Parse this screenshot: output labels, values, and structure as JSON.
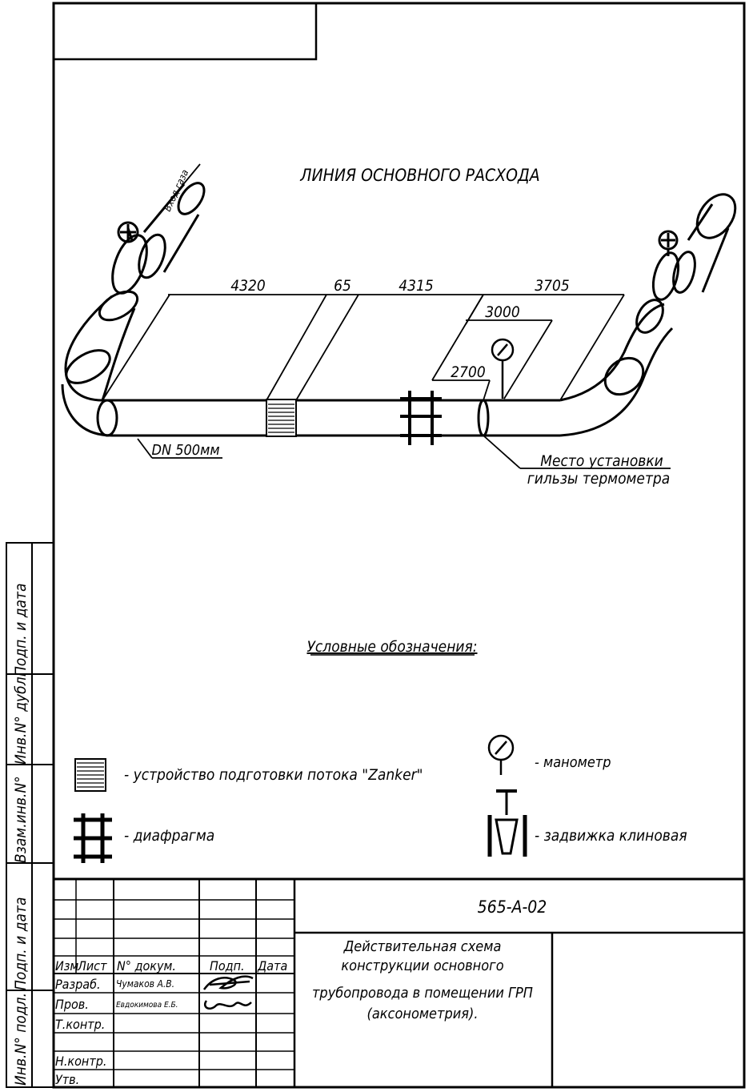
{
  "diagram": {
    "title": "ЛИНИЯ ОСНОВНОГО РАСХОДА",
    "gas_inlet_label": "Вход газа",
    "pipe_label": "DN 500мм",
    "thermo_label_line1": "Место установки",
    "thermo_label_line2": "гильзы термометра",
    "dims": {
      "d1": "4320",
      "d2": "65",
      "d3": "4315",
      "d4": "3705",
      "d5": "3000",
      "d6": "2700"
    }
  },
  "legend": {
    "title": "Условные обозначения:",
    "zanker": "- устройство подготовки потока \"Zanker\"",
    "diaphragm": "- диафрагма",
    "manometer": "- манометр",
    "valve": "- задвижка клиновая"
  },
  "sidebar": {
    "podp_data_1": "Подп. и дата",
    "inv_dubl": "Инв.N° дубл.",
    "vzam_inv": "Взам.инв.N°",
    "podp_data_2": "Подп. и дата",
    "inv_podl": "Инв.N° подл."
  },
  "title_block": {
    "doc_code": "565-А-02",
    "description_lines": [
      "Действительная схема",
      "конструкции основного",
      "трубопровода в помещении ГРП",
      "(аксонометрия)."
    ],
    "headers": {
      "izm": "Изм",
      "list": "Лист",
      "doc": "N° докум.",
      "podp": "Подп.",
      "data": "Дата"
    },
    "rows": [
      {
        "role": "Разраб.",
        "name": "Чумаков А.В."
      },
      {
        "role": "Пров.",
        "name": "Евдокимова Е.Б."
      },
      {
        "role": "Т.контр.",
        "name": ""
      },
      {
        "role": "",
        "name": ""
      },
      {
        "role": "Н.контр.",
        "name": ""
      },
      {
        "role": "Утв.",
        "name": ""
      }
    ]
  }
}
